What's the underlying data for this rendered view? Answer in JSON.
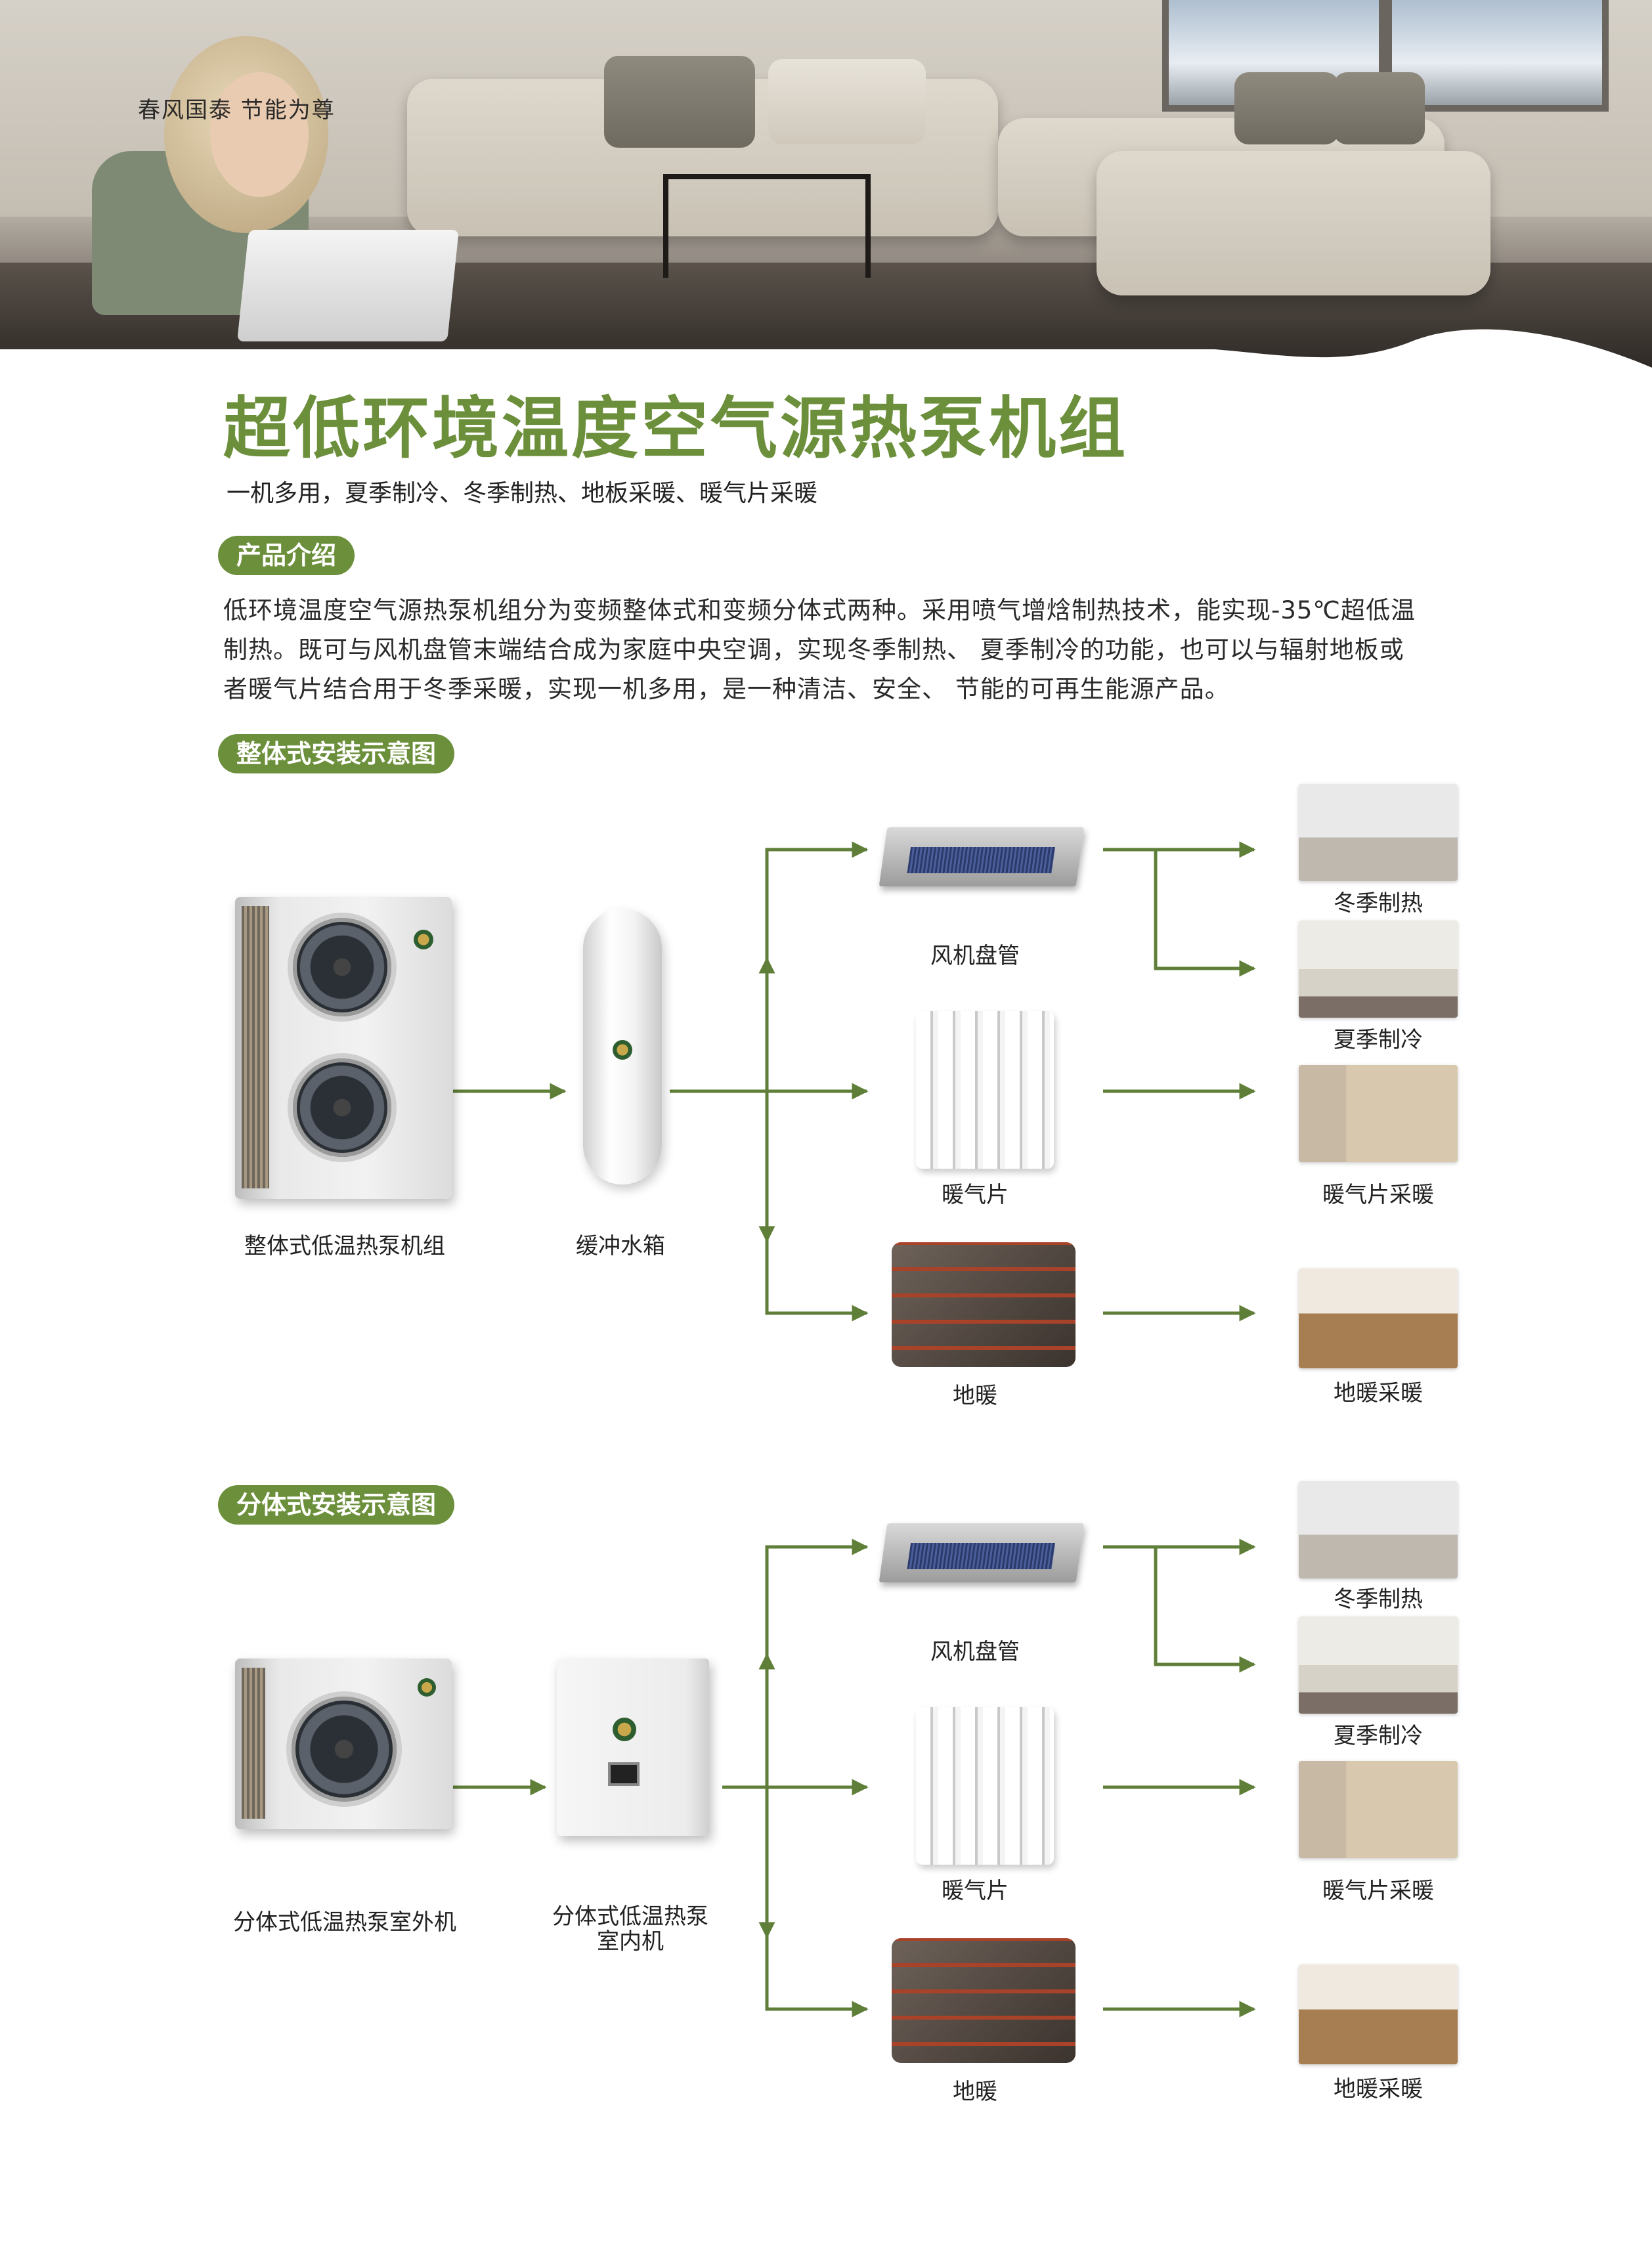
{
  "hero": {
    "slogan": "春风国泰   节能为尊"
  },
  "title": "超低环境温度空气源热泵机组",
  "subtitle": "一机多用，夏季制冷、冬季制热、地板采暖、暖气片采暖",
  "intro": {
    "heading": "产品介绍",
    "lines": [
      "低环境温度空气源热泵机组分为变频整体式和变频分体式两种。采用喷气增焓制热技术，能实现-35℃超低温",
      "制热。既可与风机盘管末端结合成为家庭中央空调，实现冬季制热、 夏季制冷的功能，也可以与辐射地板或",
      "者暖气片结合用于冬季采暖，实现一机多用，是一种清洁、安全、 节能的可再生能源产品。"
    ]
  },
  "integral": {
    "heading": "整体式安装示意图",
    "source_label": "整体式低温热泵机组",
    "middle_label": "缓冲水箱",
    "terminals": [
      "风机盘管",
      "暖气片",
      "地暖"
    ],
    "results": [
      "冬季制热",
      "夏季制冷",
      "暖气片采暖",
      "地暖采暖"
    ]
  },
  "split": {
    "heading": "分体式安装示意图",
    "source_label": "分体式低温热泵室外机",
    "middle_label_lines": [
      "分体式低温热泵",
      "室内机"
    ],
    "terminals": [
      "风机盘管",
      "暖气片",
      "地暖"
    ],
    "results": [
      "冬季制热",
      "夏季制冷",
      "暖气片采暖",
      "地暖采暖"
    ]
  },
  "colors": {
    "accent": "#6b8f3a",
    "line": "#5f7f38"
  }
}
